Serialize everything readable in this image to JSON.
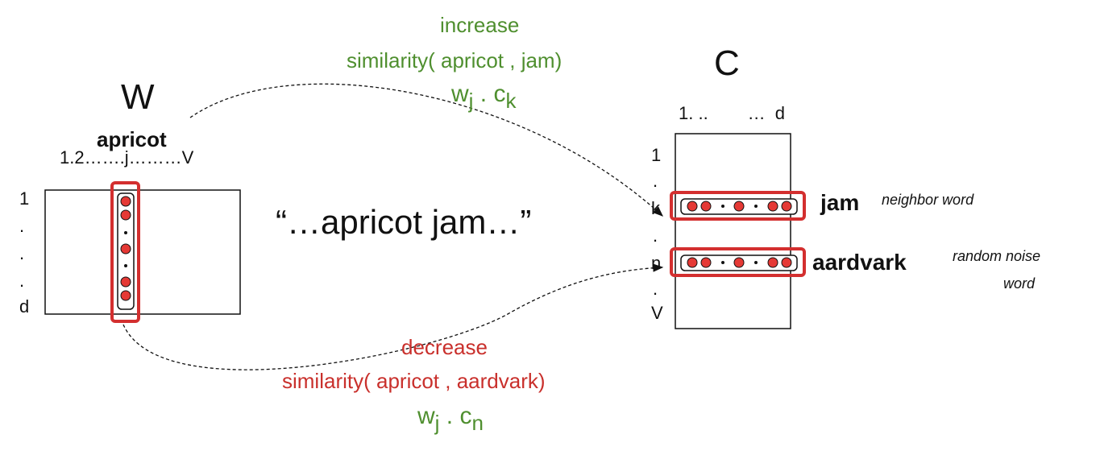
{
  "left_matrix": {
    "title": "W",
    "column_word": "apricot",
    "column_range": "1.2…….j………V",
    "row_labels": [
      "1",
      ".",
      ".",
      ".",
      "d"
    ]
  },
  "right_matrix": {
    "title": "C",
    "column_range": "1. ..        …  d",
    "row_labels": [
      "1",
      ".",
      "k",
      ".",
      "n",
      ".",
      "V"
    ]
  },
  "context_phrase": "“…apricot jam…”",
  "top_annotation": {
    "line1": "increase",
    "line2": "similarity( apricot , jam)",
    "formula": {
      "a": "w",
      "a_sub": "j",
      "dot": " . ",
      "b": "c",
      "b_sub": "k"
    }
  },
  "bottom_annotation": {
    "line1": "decrease",
    "line2": "similarity( apricot , aardvark)",
    "formula": {
      "a": "w",
      "a_sub": "j",
      "dot": " . ",
      "b": "c",
      "b_sub": "n"
    }
  },
  "rows": {
    "jam": {
      "word": "jam",
      "note": "neighbor word"
    },
    "aardvark": {
      "word": "aardvark",
      "note_line1": "random noise",
      "note_line2": "word"
    }
  },
  "colors": {
    "increase": "#4f8f2f",
    "decrease": "#c9302c",
    "highlight": "#d32f2f",
    "dot": "#e53935"
  }
}
